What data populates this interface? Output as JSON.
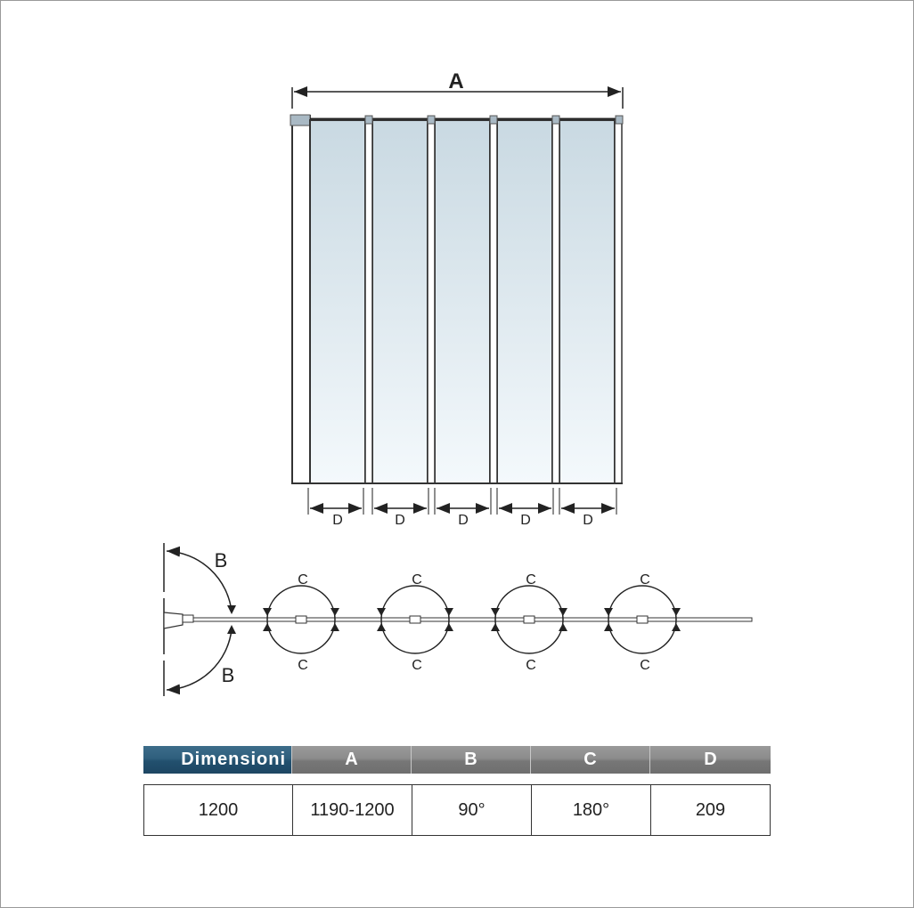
{
  "diagram": {
    "front_view": {
      "overall_width_label": "A",
      "panel_count": 5,
      "panel_width_labels": [
        "D",
        "D",
        "D",
        "D",
        "D"
      ]
    },
    "top_view": {
      "wall_rotation_labels": [
        "B",
        "B"
      ],
      "hinge_rotation_labels": [
        {
          "top": "C",
          "bottom": "C"
        },
        {
          "top": "C",
          "bottom": "C"
        },
        {
          "top": "C",
          "bottom": "C"
        },
        {
          "top": "C",
          "bottom": "C"
        }
      ]
    },
    "colors": {
      "glass_top": "#c9d9e2",
      "glass_bottom": "#f4f9fc",
      "frame": "#333333",
      "hinge": "#a9b9c4",
      "header_accent": "#2a5a78",
      "header_gray": "#808080"
    }
  },
  "table": {
    "headers": [
      "Dimensioni",
      "A",
      "B",
      "C",
      "D"
    ],
    "values": [
      "1200",
      "1190-1200",
      "90°",
      "180°",
      "209"
    ]
  }
}
